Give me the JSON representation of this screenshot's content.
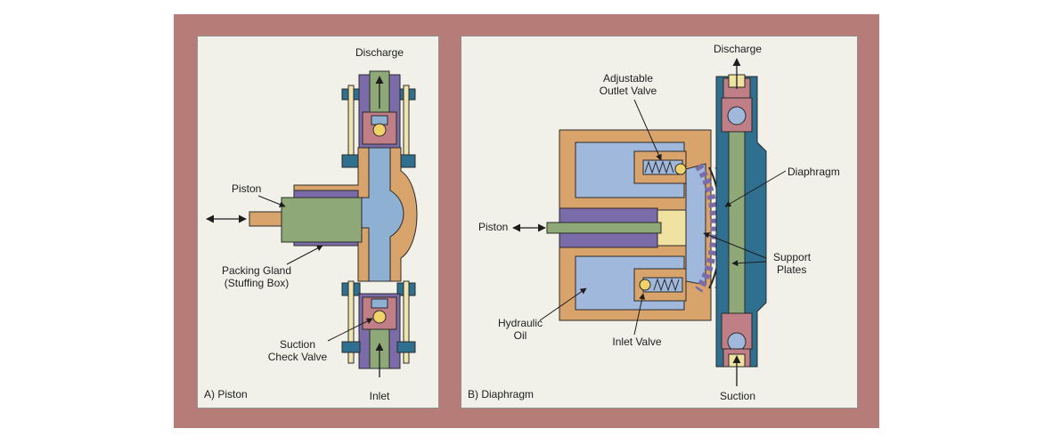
{
  "panels": {
    "piston": {
      "caption": "A) Piston",
      "labels": {
        "discharge": "Discharge",
        "piston": "Piston",
        "packing_gland_1": "Packing Gland",
        "packing_gland_2": "(Stuffing Box)",
        "suction_check_1": "Suction",
        "suction_check_2": "Check Valve",
        "inlet": "Inlet"
      }
    },
    "diaphragm": {
      "caption": "B) Diaphragm",
      "labels": {
        "discharge": "Discharge",
        "adjustable_1": "Adjustable",
        "adjustable_2": "Outlet Valve",
        "diaphragm": "Diaphragm",
        "piston": "Piston",
        "support_1": "Support",
        "support_2": "Plates",
        "hydraulic_1": "Hydraulic",
        "hydraulic_2": "Oil",
        "inlet_valve": "Inlet Valve",
        "suction": "Suction"
      }
    }
  },
  "colors": {
    "frame": "#b67c78",
    "panel": "#f1f1ea",
    "tan": "#d9a46c",
    "purple": "#7b6ba8",
    "blue_fluid": "#8eb0d2",
    "light_blue": "#9fb8dc",
    "green": "#8fa878",
    "teal": "#2f6f8f",
    "pink": "#c07e86",
    "yellow": "#f0e2a0",
    "dark_outline": "#2a2a2a"
  }
}
